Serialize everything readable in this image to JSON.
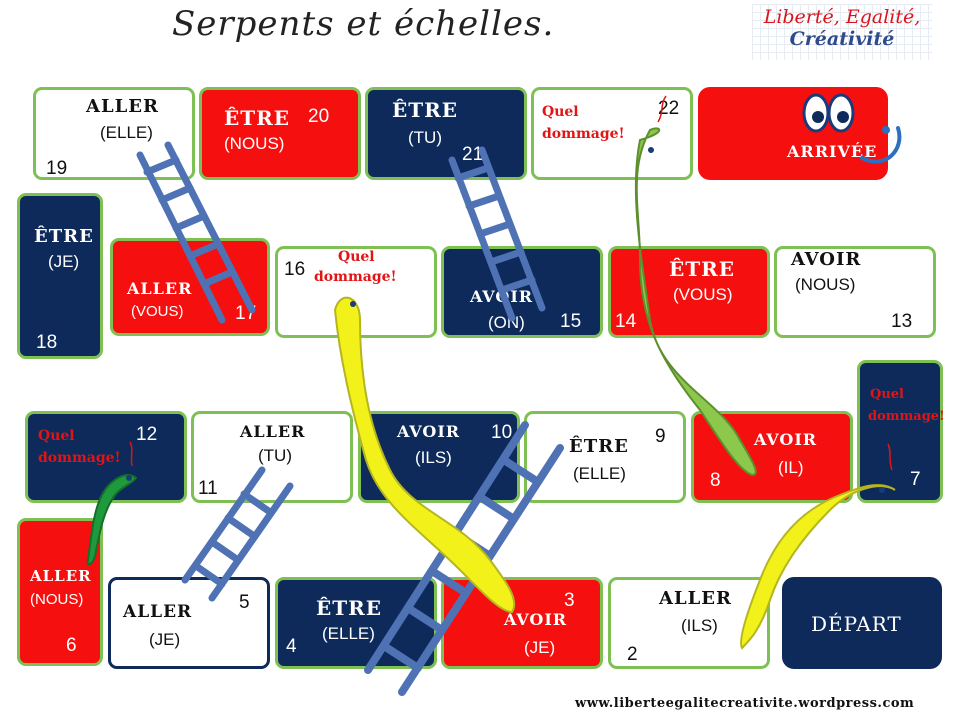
{
  "header": {
    "title": "Serpents et échelles.",
    "logo_line1": "Liberté, Egalité,",
    "logo_line2": "Créativité"
  },
  "footer": {
    "url": "www.liberteegalitecreativite.wordpress.com"
  },
  "board": {
    "colors": {
      "red": "#f50f0f",
      "navy": "#0d2a5a",
      "white": "#ffffff",
      "border": "#7fc055",
      "ladder": "#4f72b5",
      "snake_yellow": "#f2f21a",
      "snake_green": "#8cc84b",
      "snake_darkgreen": "#1e9a3c"
    },
    "squares": {
      "s2": {
        "verb": "ALLER",
        "pronoun": "(ILS)",
        "number": "2"
      },
      "s3": {
        "verb": "AVOIR",
        "pronoun": "(JE)",
        "number": "3"
      },
      "s4": {
        "verb": "ÊTRE",
        "pronoun": "(ELLE)",
        "number": "4"
      },
      "s5": {
        "verb": "ALLER",
        "pronoun": "(JE)",
        "number": "5"
      },
      "s6": {
        "verb": "ALLER",
        "pronoun": "(NOUS)",
        "number": "6"
      },
      "s7": {
        "quel": "Quel",
        "dommage": "dommage!",
        "number": "7"
      },
      "s8": {
        "verb": "AVOIR",
        "pronoun": "(IL)",
        "number": "8"
      },
      "s9": {
        "verb": "ÊTRE",
        "pronoun": "(ELLE)",
        "number": "9"
      },
      "s10": {
        "verb": "AVOIR",
        "pronoun": "(ILS)",
        "number": "10"
      },
      "s11": {
        "verb": "ALLER",
        "pronoun": "(TU)",
        "number": "11"
      },
      "s12": {
        "quel": "Quel",
        "dommage": "dommage!",
        "number": "12"
      },
      "s13": {
        "verb": "AVOIR",
        "pronoun": "(NOUS)",
        "number": "13"
      },
      "s14": {
        "verb": "ÊTRE",
        "pronoun": "(VOUS)",
        "number": "14"
      },
      "s15": {
        "verb": "AVOIR",
        "pronoun": "(ON)",
        "number": "15"
      },
      "s16": {
        "quel": "Quel",
        "dommage": "dommage!",
        "number": "16"
      },
      "s17": {
        "verb": "ALLER",
        "pronoun": "(VOUS)",
        "number": "17"
      },
      "s18": {
        "verb": "ÊTRE",
        "pronoun": "(JE)",
        "number": "18"
      },
      "s19": {
        "verb": "ALLER",
        "pronoun": "(ELLE)",
        "number": "19"
      },
      "s20": {
        "verb": "ÊTRE",
        "pronoun": "(NOUS)",
        "number": "20"
      },
      "s21": {
        "verb": "ÊTRE",
        "pronoun": "(TU)",
        "number": "21"
      },
      "s22": {
        "quel": "Quel",
        "dommage": "dommage!",
        "number": "22"
      },
      "start": {
        "label": "DÉPART"
      },
      "finish": {
        "label": "ARRIVÉE"
      }
    }
  }
}
